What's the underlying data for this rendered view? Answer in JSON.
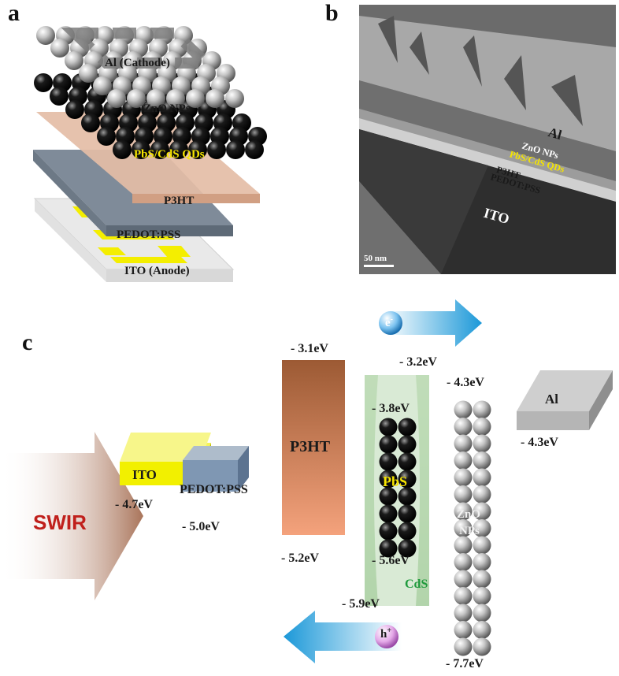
{
  "panels": {
    "a": "a",
    "b": "b",
    "c": "c"
  },
  "panel_a": {
    "cathode": "Al (Cathode)",
    "zno": "ZnO NPs",
    "qds": "PbS/CdS QDs",
    "p3ht": "P3HT",
    "pedot": "PEDOT:PSS",
    "anode": "ITO (Anode)"
  },
  "panel_b": {
    "al": "Al",
    "zno": "ZnO NPs",
    "qds": "PbS/CdS QDs",
    "p3ht": "P3HT",
    "pedot": "PEDOT:PSS",
    "ito": "ITO",
    "scale": "50 nm"
  },
  "panel_c": {
    "swir": "SWIR",
    "ito": "ITO",
    "pedot": "PEDOT:PSS",
    "p3ht": "P3HT",
    "pbs": "PbS",
    "cds": "CdS",
    "zno_line1": "ZnO",
    "zno_line2": "NPs",
    "al": "Al",
    "electron": "e",
    "electron_sup": "-",
    "hole": "h",
    "hole_sup": "+",
    "levels": {
      "ito": "- 4.7eV",
      "pedot": "- 5.0eV",
      "p3ht_top": "- 3.1eV",
      "p3ht_bottom": "- 5.2eV",
      "cds_top": "- 3.2eV",
      "pbs_top": "- 3.8eV",
      "pbs_bottom": "- 5.6eV",
      "cds_bottom": "- 5.9eV",
      "zno_top": "- 4.3eV",
      "zno_bottom": "- 7.7eV",
      "al": "- 4.3eV"
    }
  },
  "colors": {
    "ito": "#f2f000",
    "p3ht": "#e8b89c",
    "pedot": "#7d8a99",
    "cds": "#b7d7b0",
    "swir": "#c0201c",
    "cds_text": "#1e9a3c",
    "qds_text": "#f5e400",
    "arrow": "#2ea3e0"
  }
}
